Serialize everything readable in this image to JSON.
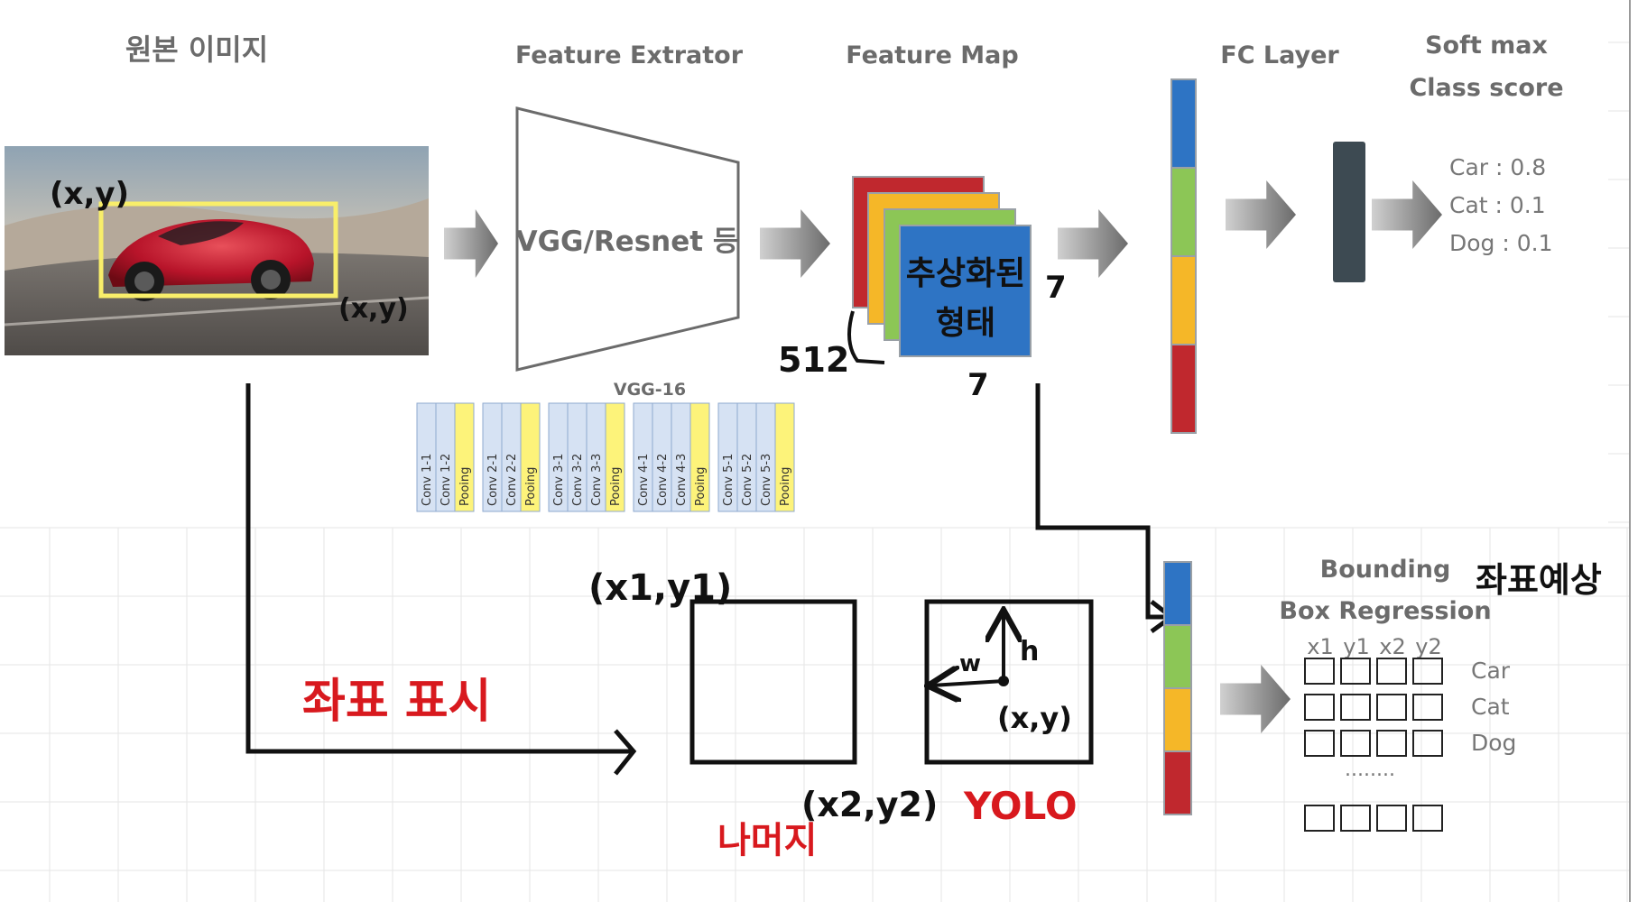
{
  "titles": {
    "original_image": "원본 이미지",
    "feature_extractor": "Feature Extrator",
    "feature_map": "Feature Map",
    "fc_layer": "FC Layer",
    "softmax_line1": "Soft max",
    "softmax_line2": "Class score",
    "bbox_line1": "Bounding",
    "bbox_line2": "Box Regression"
  },
  "extractor": {
    "label": "VGG/Resnet 등"
  },
  "feature_map_box": {
    "text_line1": "추상화된",
    "text_line2": "형태",
    "dim_side": "7",
    "dim_bottom": "7",
    "dim_depth": "512"
  },
  "vgg": {
    "title": "VGG-16",
    "blocks": [
      [
        "Conv 1-1",
        "Conv 1-2",
        "Pooing"
      ],
      [
        "Conv 2-1",
        "Conv 2-2",
        "Pooing"
      ],
      [
        "Conv 3-1",
        "Conv 3-2",
        "Conv 3-3",
        "Pooing"
      ],
      [
        "Conv 4-1",
        "Conv 4-2",
        "Conv 4-3",
        "Pooing"
      ],
      [
        "Conv 5-1",
        "Conv 5-2",
        "Conv 5-3",
        "Pooing"
      ]
    ]
  },
  "softmax_scores": [
    "Car : 0.8",
    "Cat : 0.1",
    "Dog : 0.1"
  ],
  "bbox": {
    "columns": [
      "x1",
      "y1",
      "x2",
      "y2"
    ],
    "rows": [
      "Car",
      "Cat",
      "Dog"
    ],
    "ellipsis": "........"
  },
  "handwritten": {
    "image_top_left": "(x,y)",
    "image_bottom_right": "(x,y)",
    "coord_display": "좌표 표시",
    "box_top_left": "(x1,y1)",
    "box_bottom_right": "(x2,y2)",
    "rest": "나머지",
    "yolo": "YOLO",
    "yolo_w": "w",
    "yolo_h": "h",
    "yolo_center": "(x,y)",
    "coord_predict": "좌표예상"
  },
  "colors": {
    "layer_blue": "#2e74c4",
    "layer_green": "#8cc656",
    "layer_yellow": "#f5b728",
    "layer_red": "#c0282e",
    "conv_fill": "#d6e2f3",
    "pool_fill": "#fdf37a",
    "car_bbox": "#f8ee6a",
    "handwriting_red": "#d8191e",
    "fc_bar": "#3d4a52"
  },
  "icons": [
    "flow-arrow-icon"
  ]
}
